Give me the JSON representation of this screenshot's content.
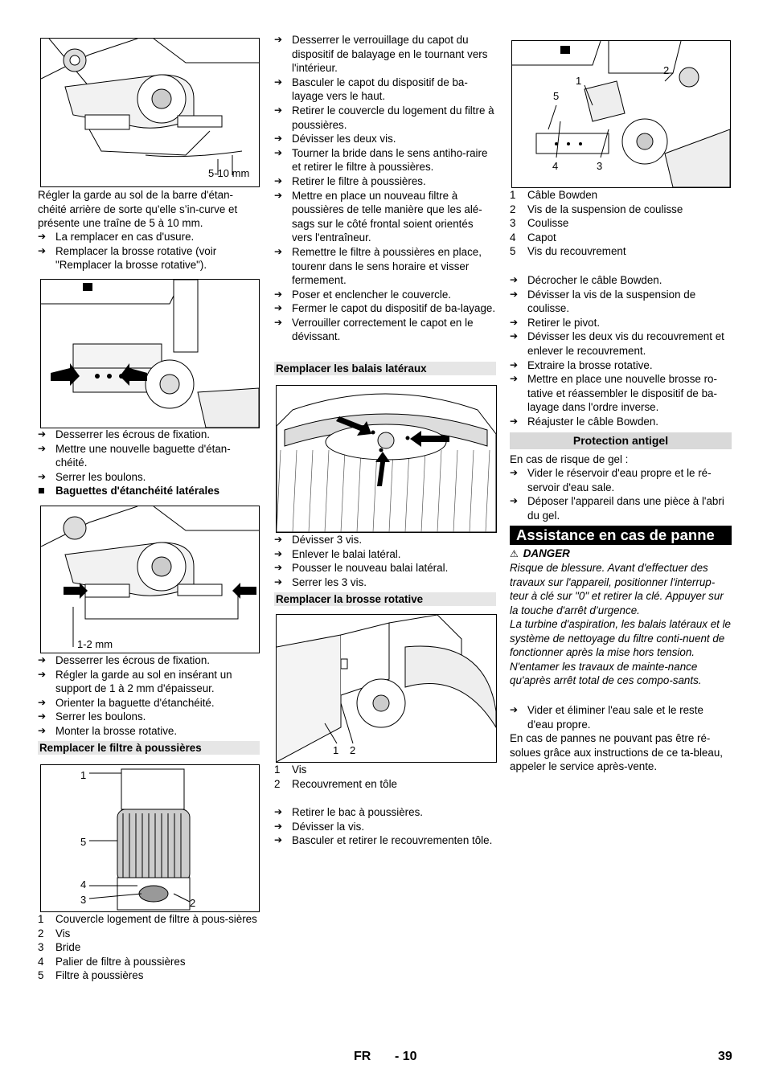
{
  "col1": {
    "fig1_label": "5-10 mm",
    "para1": "Régler la garde au sol de la barre d'étan-chéité arrière de sorte qu'elle s’in-curve et présente une traîne de 5 à 10 mm.",
    "steps1": [
      "La remplacer en cas d'usure.",
      "Remplacer la brosse rotative (voir \"Remplacer la brosse rotative\")."
    ],
    "steps2": [
      "Desserrer les écrous de fixation.",
      "Mettre une nouvelle baguette d'étan-chéité.",
      "Serrer les boulons."
    ],
    "bullet": "Baguettes d'étanchéité latérales",
    "fig3_label": "1-2 mm",
    "steps3": [
      "Desserrer les écrous de fixation.",
      "Régler la garde au sol en insérant un support de 1 à 2 mm d'épaisseur.",
      "Orienter la baguette d'étanchéité.",
      "Serrer les boulons.",
      "Monter la brosse rotative."
    ],
    "section_filter": "Remplacer le filtre à poussières",
    "fig4_nums": [
      "1",
      "5",
      "4",
      "3",
      "2"
    ],
    "legend": [
      {
        "n": "1",
        "t": "Couvercle logement de filtre à pous-sières"
      },
      {
        "n": "2",
        "t": "Vis"
      },
      {
        "n": "3",
        "t": "Bride"
      },
      {
        "n": "4",
        "t": "Palier de filtre à poussières"
      },
      {
        "n": "5",
        "t": "Filtre à poussières"
      }
    ]
  },
  "col2": {
    "steps1": [
      "Desserrer le verrouillage du capot du dispositif de balayage en le tournant vers l'intérieur.",
      "Basculer le capot du dispositif de ba-layage vers le haut.",
      "Retirer le couvercle du logement du filtre à poussières.",
      "Dévisser les deux vis.",
      "Tourner la bride dans le sens antiho-raire et retirer le filtre à poussières.",
      "Retirer le filtre à poussières.",
      "Mettre en place un nouveau filtre à poussières de telle manière que les alé-sags sur le côté frontal soient orientés vers l'entraîneur.",
      "Remettre le filtre à poussières en place, tourenr dans le sens horaire et visser fermement.",
      "Poser et enclencher le couvercle.",
      "Fermer le capot du dispositif de ba-layage.",
      "Verrouiller correctement le capot en le dévissant."
    ],
    "section_balais": "Remplacer les balais latéraux",
    "steps2": [
      "Dévisser 3 vis.",
      "Enlever le balai latéral.",
      "Pousser le nouveau balai latéral.",
      "Serrer les 3 vis."
    ],
    "section_brosse": "Remplacer la brosse rotative",
    "fig_nums": [
      "1",
      "2"
    ],
    "legend": [
      {
        "n": "1",
        "t": "Vis"
      },
      {
        "n": "2",
        "t": "Recouvrement en tôle"
      }
    ],
    "steps3": [
      "Retirer le bac à poussières.",
      "Dévisser la vis.",
      "Basculer et retirer le recouvrementen tôle."
    ]
  },
  "col3": {
    "fig_nums": [
      "1",
      "2",
      "5",
      "4",
      "3"
    ],
    "legend": [
      {
        "n": "1",
        "t": "Câble Bowden"
      },
      {
        "n": "2",
        "t": "Vis de la suspension de coulisse"
      },
      {
        "n": "3",
        "t": "Coulisse"
      },
      {
        "n": "4",
        "t": "Capot"
      },
      {
        "n": "5",
        "t": "Vis du recouvrement"
      }
    ],
    "steps1": [
      "Décrocher le câble Bowden.",
      "Dévisser la vis de la suspension de coulisse.",
      "Retirer le pivot.",
      "Dévisser les deux vis du recouvrement et enlever le recouvrement.",
      "Extraire la brosse rotative.",
      "Mettre en place une nouvelle brosse ro-tative et réassembler le dispositif de ba-layage dans l'ordre inverse.",
      "Réajuster le câble Bowden."
    ],
    "section_gel": "Protection antigel",
    "gel_intro": "En cas de risque de gel :",
    "steps2": [
      "Vider le réservoir d'eau propre et le ré-servoir d'eau sale.",
      "Déposer l'appareil dans une pièce à l'abri du gel."
    ],
    "section_panne": "Assistance en cas de panne",
    "danger_symbol": "⚠",
    "danger": "DANGER",
    "danger_text1": "Risque de blessure. Avant d'effectuer des travaux sur l'appareil, positionner l'interrup-teur à clé sur \"0\" et retirer la clé. Appuyer sur la touche d'arrêt d’urgence.",
    "danger_text2": "La turbine d'aspiration, les balais latéraux et le système de nettoyage du filtre conti-nuent de fonctionner après la mise hors tension. N'entamer les travaux de mainte-nance qu'après arrêt total de ces compo-sants.",
    "steps3": [
      "Vider et éliminer l'eau sale et le reste d'eau propre."
    ],
    "para_end": "En cas de pannes ne pouvant pas être ré-solues grâce aux instructions de ce ta-bleau, appeler le service après-vente."
  },
  "footer": {
    "lang": "FR",
    "page_sub": "- 10",
    "page": "39"
  }
}
